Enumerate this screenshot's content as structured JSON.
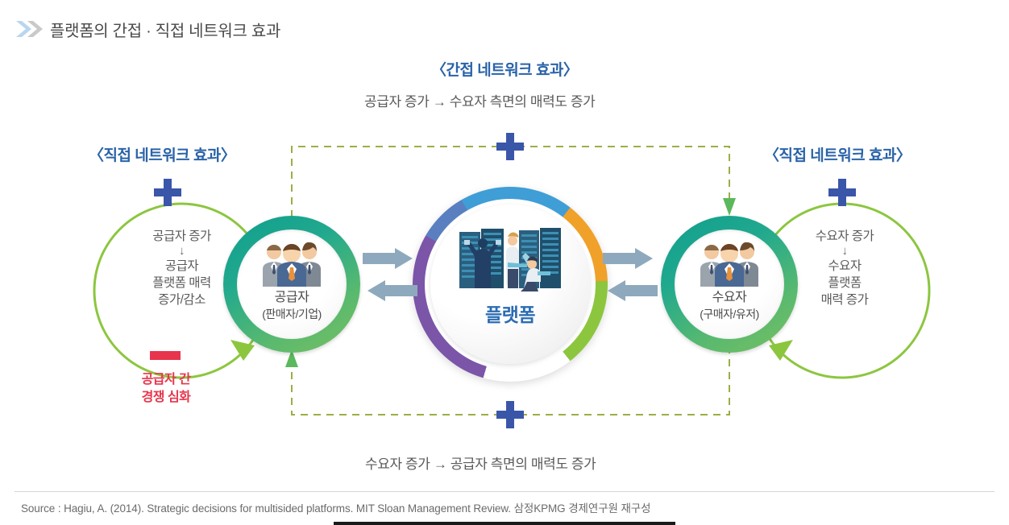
{
  "header": {
    "title": "플랫폼의 간접 · 직접 네트워크 효과",
    "chevron_icon": "double-chevron-right-icon"
  },
  "indirect_top": {
    "heading": "〈간접 네트워크 효과〉",
    "description": "공급자 증가 → 수요자 측면의 매력도 증가",
    "plus_symbol": "+"
  },
  "indirect_bottom": {
    "description": "수요자 증가 → 공급자 측면의 매력도 증가",
    "plus_symbol": "+"
  },
  "direct_left": {
    "heading": "〈직접 네트워크 효과〉",
    "plus_symbol": "+",
    "loop_line1": "공급자 증가",
    "loop_arrow": "↓",
    "loop_line2": "공급자",
    "loop_line3": "플랫폼 매력",
    "loop_line4": "증가/감소",
    "minus_symbol": "−",
    "warning_line1": "공급자 간",
    "warning_line2": "경쟁 심화"
  },
  "direct_right": {
    "heading": "〈직접 네트워크 효과〉",
    "plus_symbol": "+",
    "loop_line1": "수요자 증가",
    "loop_arrow": "↓",
    "loop_line2": "수요자",
    "loop_line3": "플랫폼",
    "loop_line4": "매력 증가"
  },
  "supplier_node": {
    "icon": "business-people-group-icon",
    "label": "공급자",
    "sublabel": "(판매자/기업)"
  },
  "demand_node": {
    "icon": "business-people-group-icon",
    "label": "수요자",
    "sublabel": "(구매자/유저)"
  },
  "platform_node": {
    "icon": "data-center-servers-icon",
    "label": "플랫폼"
  },
  "flows": {
    "left_arrow_pair_icon": "bidirectional-arrows-icon",
    "right_arrow_pair_icon": "bidirectional-arrows-icon",
    "dashed_frame_icon": "dashed-feedback-loop-icon"
  },
  "footer": {
    "source": "Source : Hagiu, A. (2014). Strategic decisions for multisided platforms. MIT Sloan Management Review. 삼정KPMG 경제연구원 재구성"
  },
  "colors": {
    "accent_blue": "#2a63a8",
    "plus_blue": "#3a56a8",
    "minus_red": "#e8344c",
    "loop_green": "#8cc63f",
    "actor_teal": "#0f9e8e",
    "arrow_gray": "#8ea9bd",
    "platform_label_blue": "#2b6cb2"
  }
}
